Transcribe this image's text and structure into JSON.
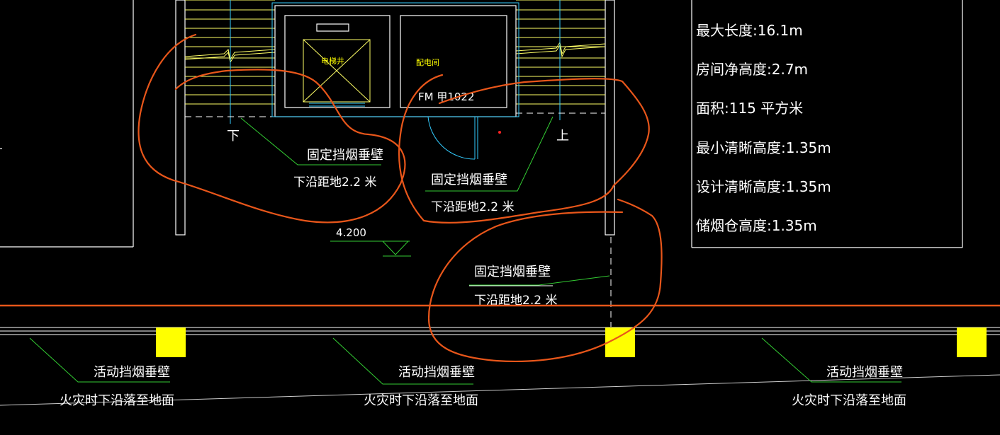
{
  "colors": {
    "background": "#000000",
    "wall": "#ffffff",
    "stair": "#ffff66",
    "cyan": "#33ccff",
    "leader": "#33cc33",
    "markup": "#e8561a",
    "smoke_curtain": "#ffff00",
    "room_label": "#ffff00"
  },
  "rooms": {
    "elevator_shaft": "电梯井",
    "power_room": "配电间"
  },
  "door_label": "FM 甲1022",
  "stair_marks": {
    "down": "下",
    "up": "上"
  },
  "elevation_label": "4.200",
  "fixed_barriers": [
    {
      "title": "固定挡烟垂壁",
      "note": "下沿距地2.2  米"
    },
    {
      "title": "固定挡烟垂壁",
      "note": "下沿距地2.2  米"
    },
    {
      "title": "固定挡烟垂壁",
      "note": "下沿距地2.2  米"
    }
  ],
  "active_barriers": [
    {
      "title": "活动挡烟垂壁",
      "note": "火灾时下沿落至地面"
    },
    {
      "title": "活动挡烟垂壁",
      "note": "火灾时下沿落至地面"
    },
    {
      "title": "活动挡烟垂壁",
      "note": "火灾时下沿落至地面"
    }
  ],
  "info_panel": {
    "lines": [
      "最大长度:16.1m",
      "房间净高度:2.7m",
      "面积:115 平方米",
      "最小清晰高度:1.35m",
      "设计清晰高度:1.35m",
      "储烟仓高度:1.35m"
    ]
  }
}
